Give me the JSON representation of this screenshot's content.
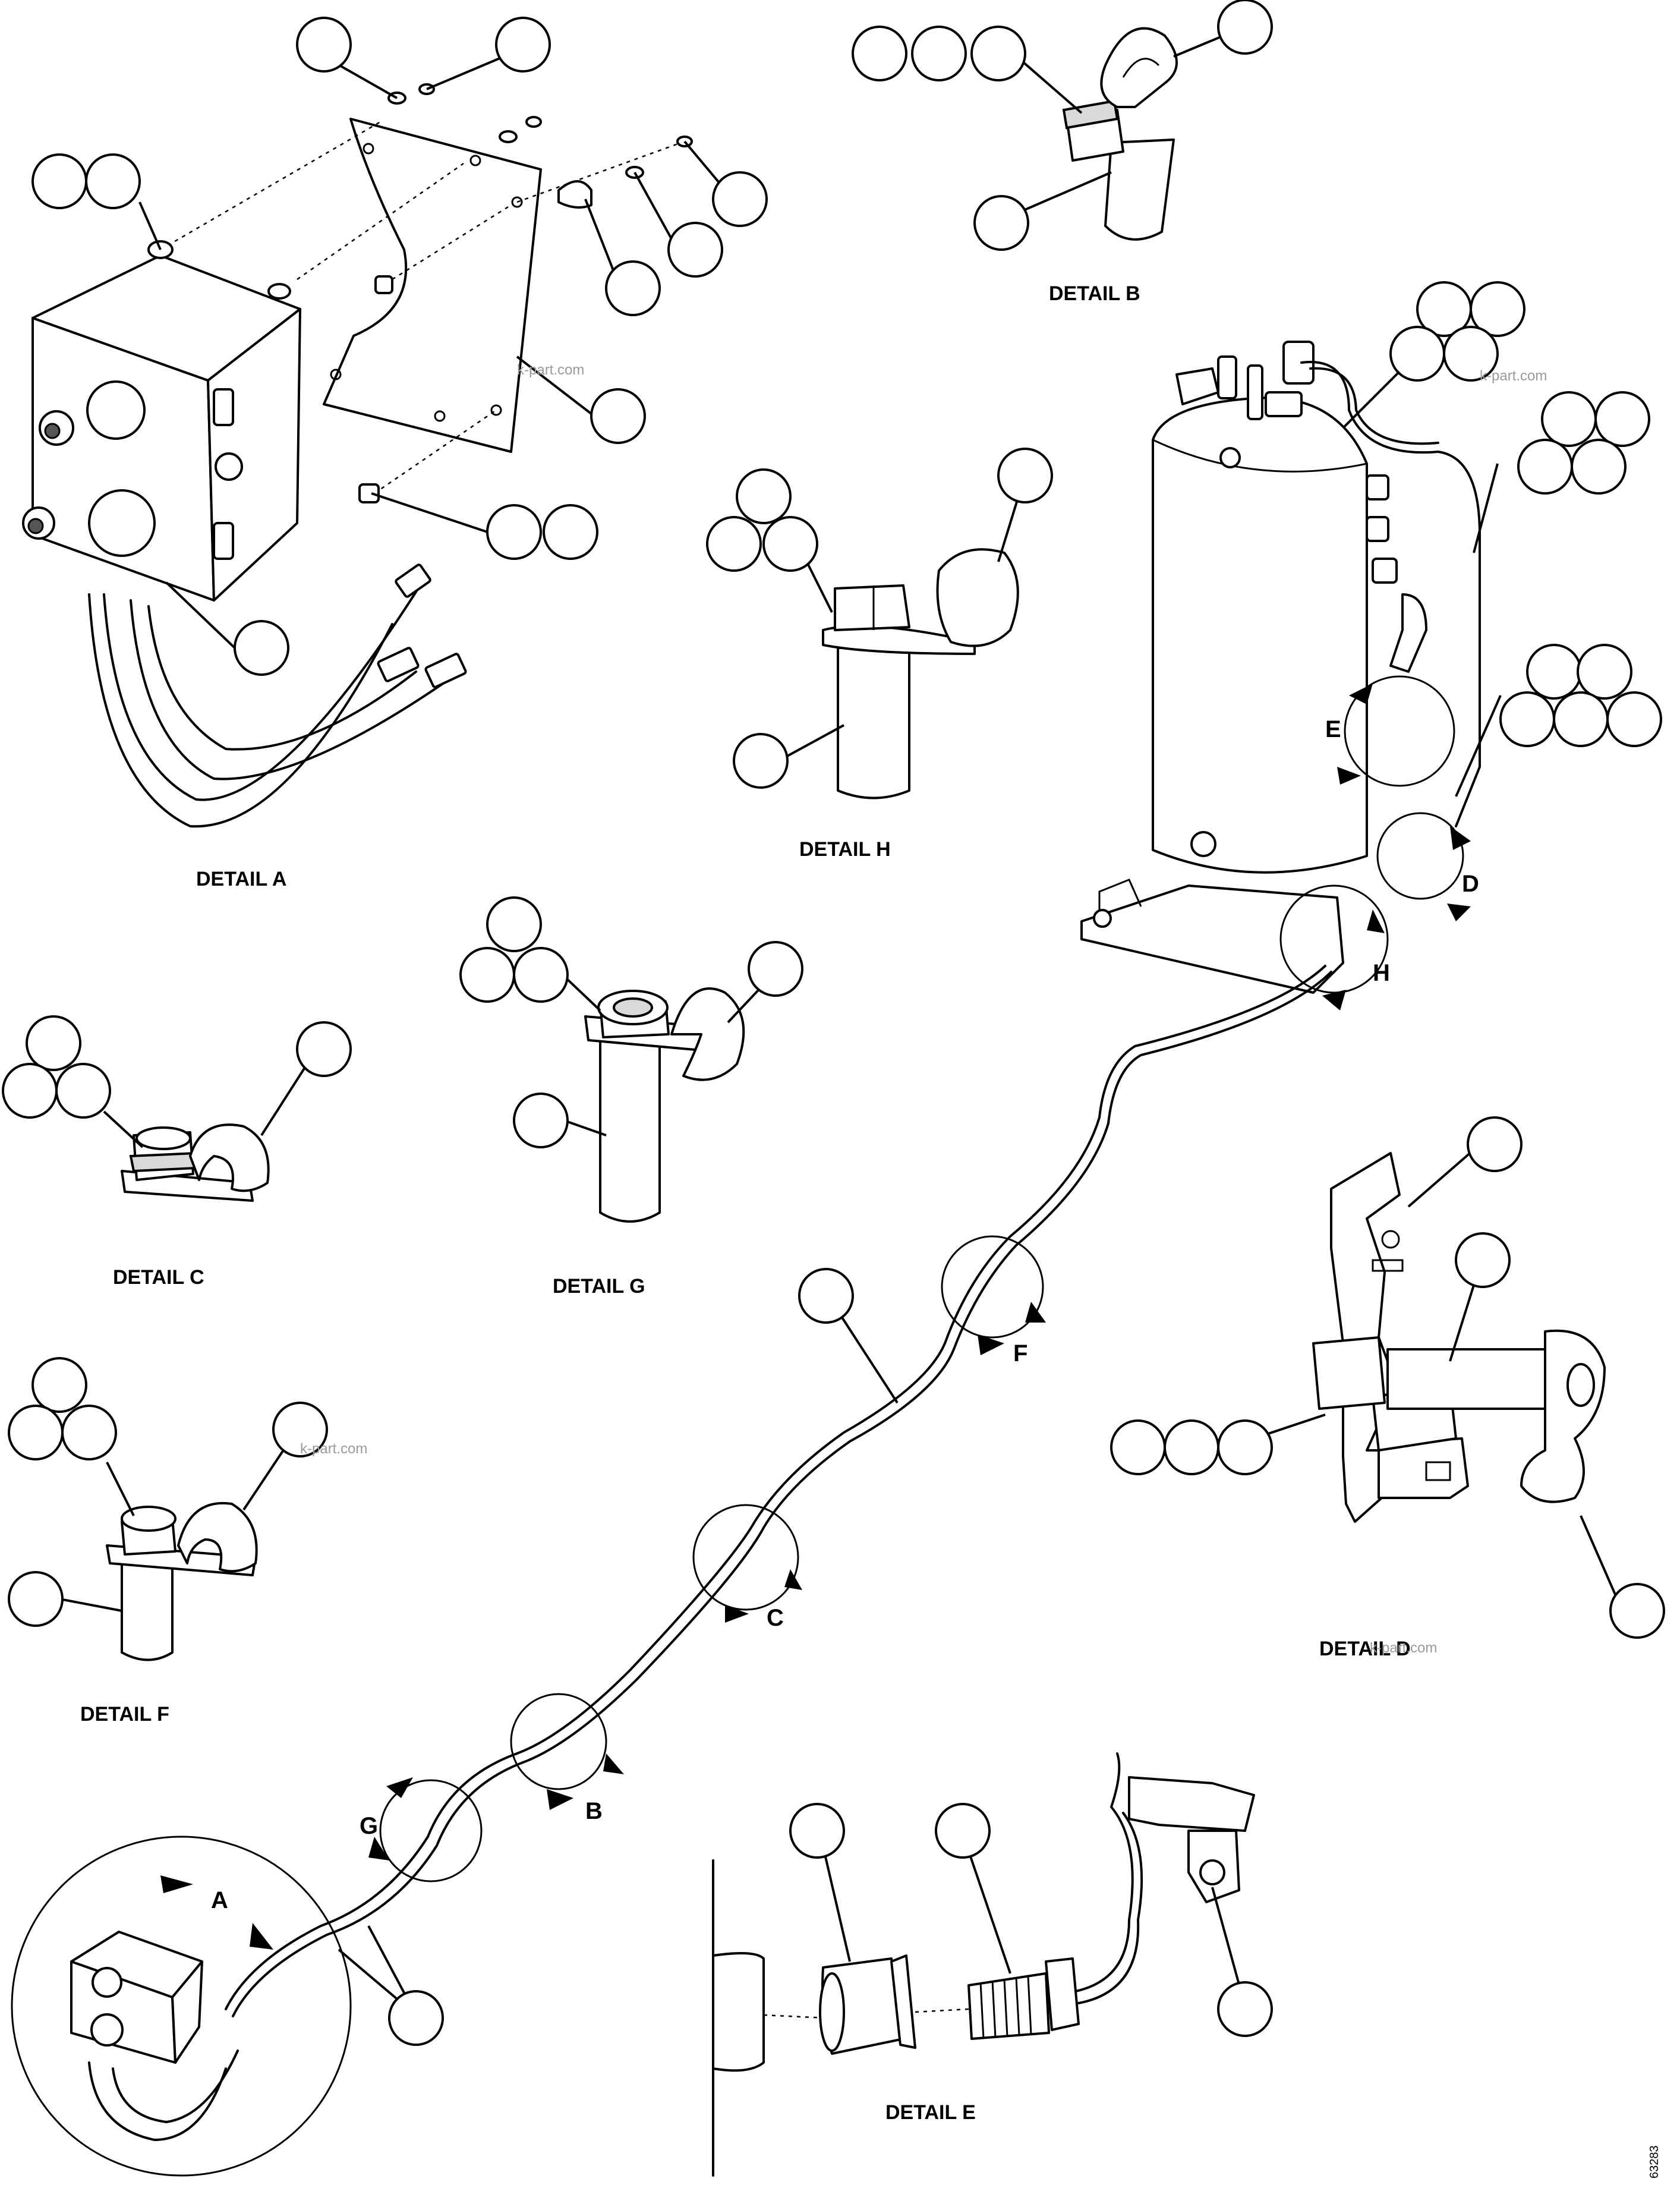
{
  "details": {
    "a": "DETAIL A",
    "b": "DETAIL B",
    "c": "DETAIL C",
    "d": "DETAIL D",
    "e": "DETAIL E",
    "f": "DETAIL F",
    "g": "DETAIL G",
    "h": "DETAIL H"
  },
  "callout_letters": {
    "a": "A",
    "b": "B",
    "c": "C",
    "d": "D",
    "e": "E",
    "f": "F",
    "g": "G",
    "h": "H"
  },
  "watermark": "k-part.com",
  "drawing_code": "63283",
  "colors": {
    "line": "#000000",
    "background": "#ffffff",
    "watermark": "#9a9a9a"
  }
}
